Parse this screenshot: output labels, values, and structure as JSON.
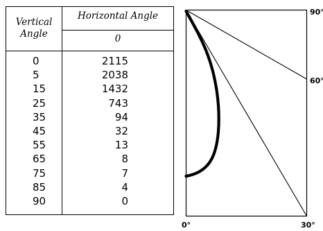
{
  "table": {
    "header_vertical_line1": "Vertical",
    "header_vertical_line2": "Angle",
    "header_horizontal": "Horizontal Angle",
    "header_horizontal_sub": "0",
    "rows": [
      {
        "vertical": "0",
        "horizontal": "2115"
      },
      {
        "vertical": "5",
        "horizontal": "2038"
      },
      {
        "vertical": "15",
        "horizontal": "1432"
      },
      {
        "vertical": "25",
        "horizontal": "743"
      },
      {
        "vertical": "35",
        "horizontal": "94"
      },
      {
        "vertical": "45",
        "horizontal": "32"
      },
      {
        "vertical": "55",
        "horizontal": "13"
      },
      {
        "vertical": "65",
        "horizontal": "8"
      },
      {
        "vertical": "75",
        "horizontal": "7"
      },
      {
        "vertical": "85",
        "horizontal": "4"
      },
      {
        "vertical": "90",
        "horizontal": "0"
      }
    ]
  },
  "diagram": {
    "labels": {
      "deg90": "90°",
      "deg60": "60°",
      "deg0": "0°",
      "deg30": "30°"
    }
  }
}
